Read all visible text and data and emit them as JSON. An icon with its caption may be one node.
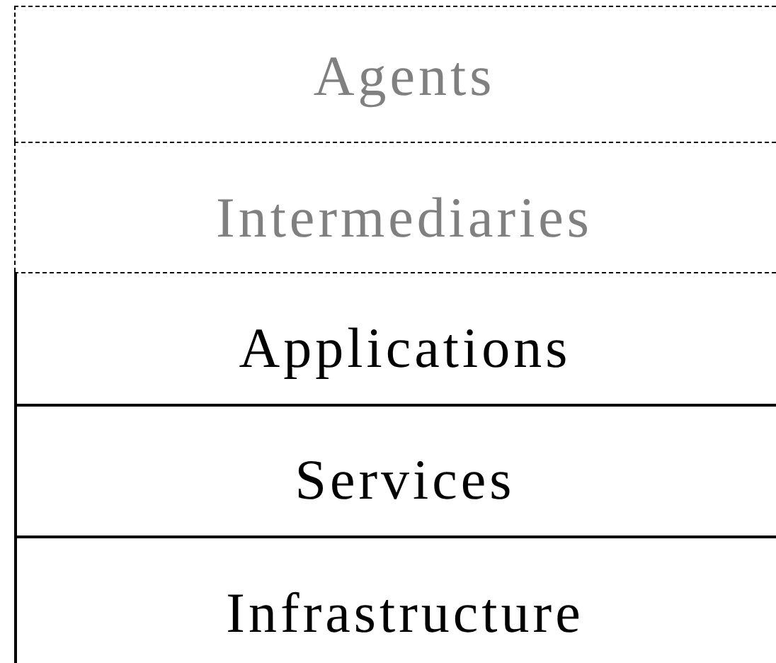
{
  "diagram": {
    "nodes": [
      {
        "text": [
          "Agents"
        ]
      },
      {
        "text": [
          "Intermediaries"
        ]
      },
      {
        "text": [
          "Applications"
        ]
      },
      {
        "text": [
          "Services"
        ]
      },
      {
        "text": [
          "Infrastructure"
        ]
      }
    ]
  }
}
